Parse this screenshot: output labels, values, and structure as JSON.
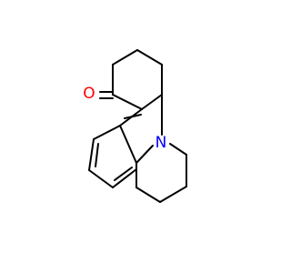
{
  "structure": {
    "atom_labels": [
      {
        "id": "carbonyl-oxygen",
        "text": "O",
        "color": "#ff0000"
      },
      {
        "id": "ring-nitrogen",
        "text": "N",
        "color": "#0000ff"
      }
    ],
    "bond_color": "#000000",
    "background_color": "#ffffff"
  }
}
